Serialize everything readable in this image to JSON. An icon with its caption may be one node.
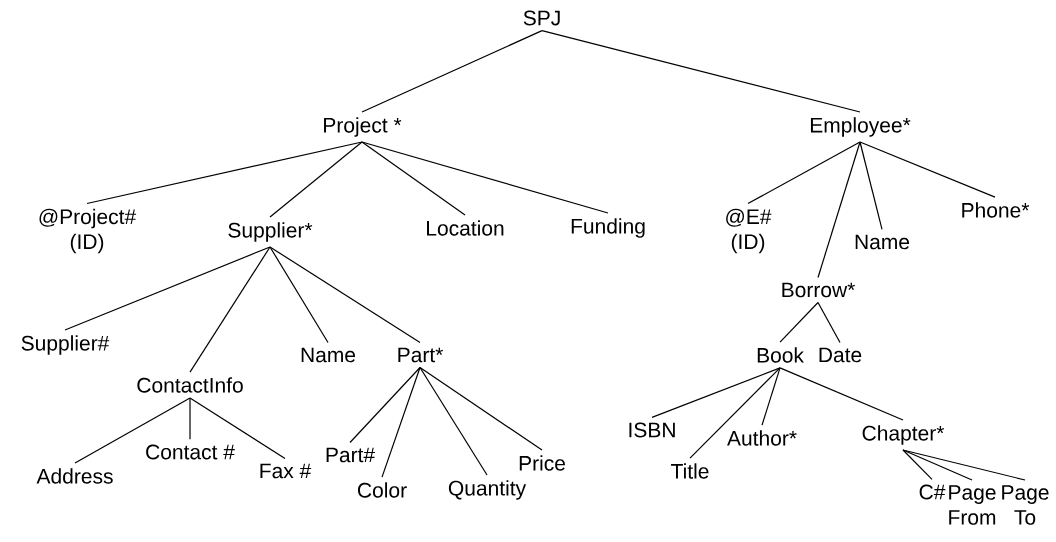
{
  "diagram": {
    "nodes": [
      {
        "text": [
          "SPJ"
        ]
      },
      {
        "text": [
          "Project *"
        ]
      },
      {
        "text": [
          "Employee*"
        ]
      },
      {
        "text": [
          "@Project# (ID)"
        ]
      },
      {
        "text": [
          "Supplier*"
        ]
      },
      {
        "text": [
          "Location"
        ]
      },
      {
        "text": [
          "Funding"
        ]
      },
      {
        "text": [
          "@E# (ID)"
        ]
      },
      {
        "text": [
          "Borrow*"
        ]
      },
      {
        "text": [
          "Name"
        ]
      },
      {
        "text": [
          "Phone*"
        ]
      },
      {
        "text": [
          "Supplier#"
        ]
      },
      {
        "text": [
          "ContactInfo"
        ]
      },
      {
        "text": [
          "Name"
        ]
      },
      {
        "text": [
          "Part*"
        ]
      },
      {
        "text": [
          "Address"
        ]
      },
      {
        "text": [
          "Contact #"
        ]
      },
      {
        "text": [
          "Fax #"
        ]
      },
      {
        "text": [
          "Part#"
        ]
      },
      {
        "text": [
          "Color"
        ]
      },
      {
        "text": [
          "Quantity"
        ]
      },
      {
        "text": [
          "Price"
        ]
      },
      {
        "text": [
          "Book"
        ]
      },
      {
        "text": [
          "Date"
        ]
      },
      {
        "text": [
          "ISBN"
        ]
      },
      {
        "text": [
          "Title"
        ]
      },
      {
        "text": [
          "Author*"
        ]
      },
      {
        "text": [
          "Chapter*"
        ]
      },
      {
        "text": [
          "C#"
        ]
      },
      {
        "text": [
          "Page From"
        ]
      },
      {
        "text": [
          "Page To"
        ]
      }
    ],
    "edges": [
      {
        "from": 0,
        "to": 1,
        "arrow": "none"
      },
      {
        "from": 0,
        "to": 2,
        "arrow": "none"
      },
      {
        "from": 1,
        "to": 3,
        "arrow": "none"
      },
      {
        "from": 1,
        "to": 4,
        "arrow": "none"
      },
      {
        "from": 1,
        "to": 5,
        "arrow": "none"
      },
      {
        "from": 1,
        "to": 6,
        "arrow": "none"
      },
      {
        "from": 2,
        "to": 7,
        "arrow": "none"
      },
      {
        "from": 2,
        "to": 8,
        "arrow": "none"
      },
      {
        "from": 2,
        "to": 9,
        "arrow": "none"
      },
      {
        "from": 2,
        "to": 10,
        "arrow": "none"
      },
      {
        "from": 4,
        "to": 11,
        "arrow": "none"
      },
      {
        "from": 4,
        "to": 12,
        "arrow": "none"
      },
      {
        "from": 4,
        "to": 13,
        "arrow": "none"
      },
      {
        "from": 4,
        "to": 14,
        "arrow": "none"
      },
      {
        "from": 12,
        "to": 15,
        "arrow": "none"
      },
      {
        "from": 12,
        "to": 16,
        "arrow": "none"
      },
      {
        "from": 12,
        "to": 17,
        "arrow": "none"
      },
      {
        "from": 14,
        "to": 18,
        "arrow": "none"
      },
      {
        "from": 14,
        "to": 19,
        "arrow": "none"
      },
      {
        "from": 14,
        "to": 20,
        "arrow": "none"
      },
      {
        "from": 14,
        "to": 21,
        "arrow": "none"
      },
      {
        "from": 8,
        "to": 22,
        "arrow": "none"
      },
      {
        "from": 8,
        "to": 23,
        "arrow": "none"
      },
      {
        "from": 22,
        "to": 24,
        "arrow": "none"
      },
      {
        "from": 22,
        "to": 25,
        "arrow": "none"
      },
      {
        "from": 22,
        "to": 26,
        "arrow": "none"
      },
      {
        "from": 22,
        "to": 27,
        "arrow": "none"
      },
      {
        "from": 27,
        "to": 28,
        "arrow": "none"
      },
      {
        "from": 27,
        "to": 29,
        "arrow": "none"
      },
      {
        "from": 27,
        "to": 30,
        "arrow": "none"
      }
    ]
  }
}
